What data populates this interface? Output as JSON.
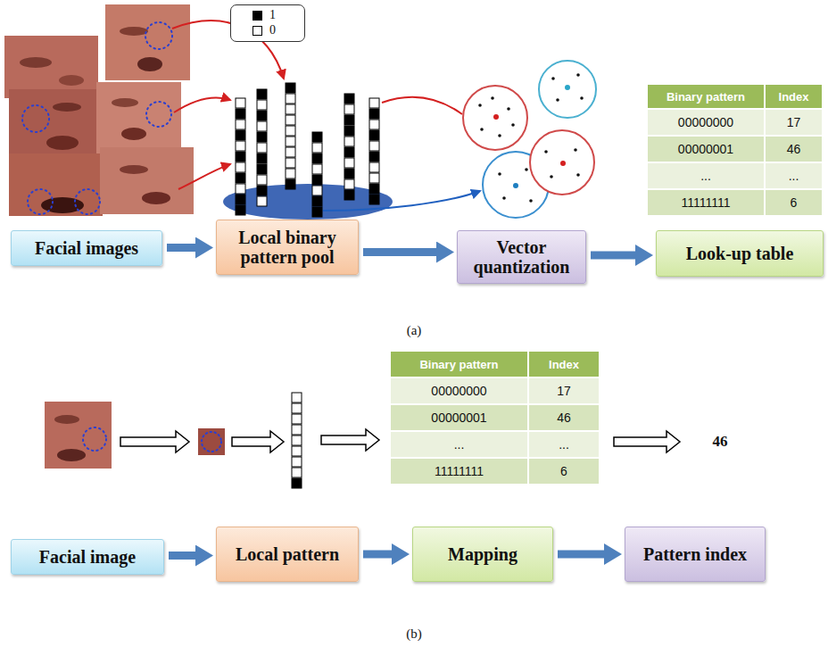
{
  "diagram": {
    "nodes": [
      {
        "text": [
          "Facial images"
        ]
      },
      {
        "text": [
          "Local binary pattern pool"
        ]
      },
      {
        "text": [
          "Vector quantization"
        ]
      },
      {
        "text": [
          "Look-up table"
        ]
      },
      {
        "text": [
          "Facial image"
        ]
      },
      {
        "text": [
          "Local pattern"
        ]
      },
      {
        "text": [
          "Mapping"
        ]
      },
      {
        "text": [
          "Pattern index"
        ]
      }
    ],
    "edges": [
      {
        "from": 0,
        "to": 1,
        "arrow": "to"
      },
      {
        "from": 1,
        "to": 2,
        "arrow": "to"
      },
      {
        "from": 2,
        "to": 3,
        "arrow": "to"
      },
      {
        "from": 4,
        "to": 5,
        "arrow": "to"
      },
      {
        "from": 5,
        "to": 6,
        "arrow": "to"
      },
      {
        "from": 6,
        "to": 7,
        "arrow": "to"
      }
    ],
    "labels": [
      "Binary pattern",
      "Index",
      "00000000",
      "17",
      "00000001",
      "46",
      "...",
      "...",
      "11111111",
      "6",
      "(a)",
      "Binary pattern",
      "Index",
      "00000000",
      "17",
      "00000001",
      "46",
      "...",
      "...",
      "11111111",
      "6",
      "46",
      "(b)"
    ],
    "legend": [
      {
        "text": "1",
        "color": "#000000"
      },
      {
        "text": "0",
        "color": "#ffffff"
      }
    ]
  }
}
